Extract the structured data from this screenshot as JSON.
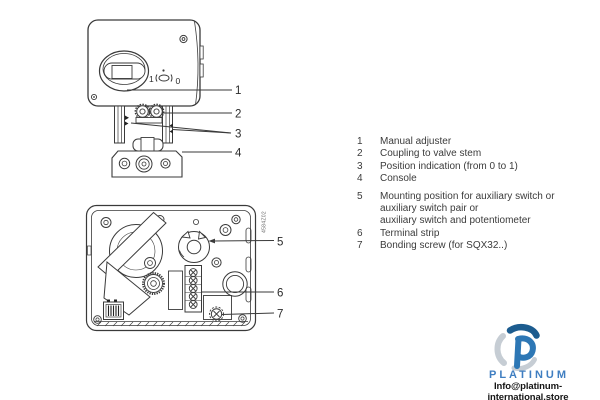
{
  "legend": {
    "items": [
      {
        "num": "1",
        "lines": [
          "Manual adjuster"
        ]
      },
      {
        "num": "2",
        "lines": [
          "Coupling to valve stem"
        ]
      },
      {
        "num": "3",
        "lines": [
          "Position indication (from 0 to 1)"
        ]
      },
      {
        "num": "4",
        "lines": [
          "Console"
        ]
      },
      {
        "num": "5",
        "lines": [
          "Mounting position for auxiliary switch or",
          "auxiliary switch pair or",
          "auxiliary switch and potentiometer"
        ]
      },
      {
        "num": "6",
        "lines": [
          "Terminal strip"
        ]
      },
      {
        "num": "7",
        "lines": [
          "Bonding screw (for SQX32..)"
        ]
      }
    ]
  },
  "diagram_top": {
    "callout_1": "1",
    "callout_2": "2",
    "callout_3": "3",
    "callout_4": "4",
    "scale_left": "1",
    "scale_right": "0"
  },
  "diagram_bottom": {
    "callout_5": "5",
    "callout_6": "6",
    "callout_7": "7",
    "part_code": "4584Z02"
  },
  "branding": {
    "logo_text": "PLATINUM",
    "email": "Info@platinum-international.store",
    "colors": {
      "logo_dark_blue": "#1c5c8f",
      "logo_blue": "#2d77b5",
      "logo_gray": "#c6cdd4",
      "wordmark_blue": "#3f7ec1",
      "line_color": "#3a3a3a"
    }
  }
}
